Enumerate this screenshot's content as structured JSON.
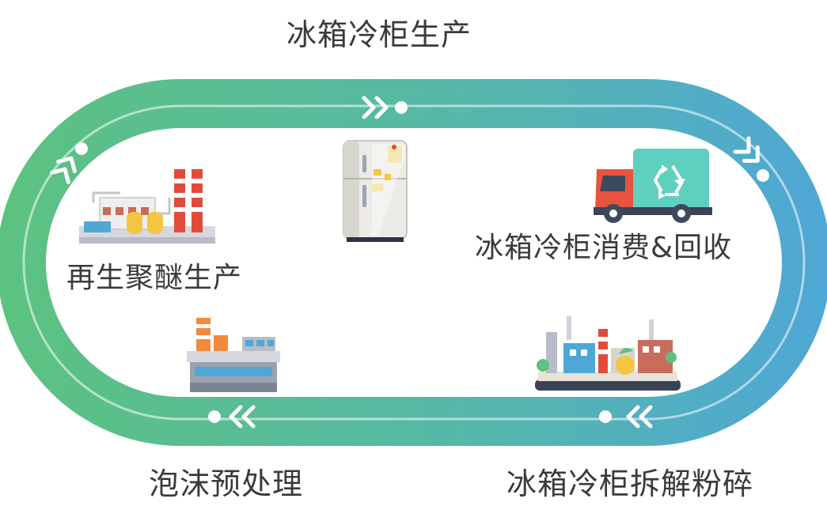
{
  "cycle": {
    "stages": [
      {
        "label": "冰箱冷柜生产",
        "icon": "refrigerator-icon"
      },
      {
        "label": "冰箱冷柜消费&回收",
        "icon": "recycling-truck-icon"
      },
      {
        "label": "冰箱冷柜拆解粉碎",
        "icon": "dismantling-plant-icon"
      },
      {
        "label": "泡沫预处理",
        "icon": "pretreatment-factory-icon"
      },
      {
        "label": "再生聚醚生产",
        "icon": "chemical-plant-icon"
      }
    ],
    "colors": {
      "track_left": "#5cc27f",
      "track_right": "#4fa7d6",
      "inner_line": "#ffffff",
      "truck_cab": "#e8533f",
      "truck_box": "#5fd0bf",
      "chimney_red": "#e24b3b",
      "tank_yellow": "#f4c542"
    }
  }
}
